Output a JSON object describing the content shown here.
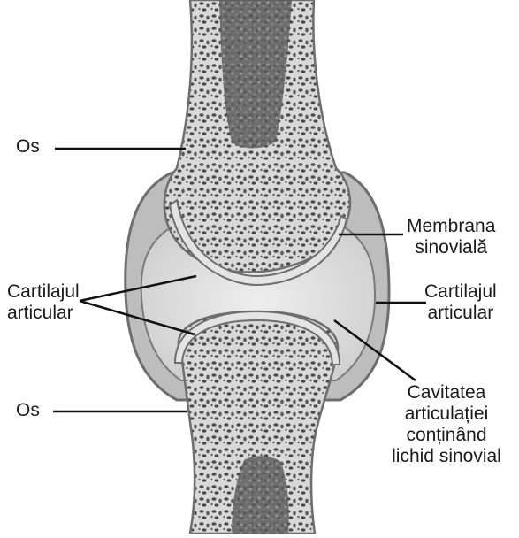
{
  "labels": {
    "bone_top": "Os",
    "synovial_membrane": [
      "Membrana",
      "sinovială"
    ],
    "cartilage_left": [
      "Cartilajul",
      "articular"
    ],
    "cartilage_right": [
      "Cartilajul",
      "articular"
    ],
    "bone_bottom": "Os",
    "joint_cavity": [
      "Cavitatea",
      "articulației",
      "conținând",
      "lichid sinovial"
    ]
  },
  "colors": {
    "bone_fill": "#dcdcdc",
    "bone_texture": "#4a4a4a",
    "cartilage": "#e2e2e2",
    "cavity": "#d4d4d4",
    "capsule": "#8a8a8a",
    "outline": "#6e6e6e",
    "line": "#111111"
  }
}
